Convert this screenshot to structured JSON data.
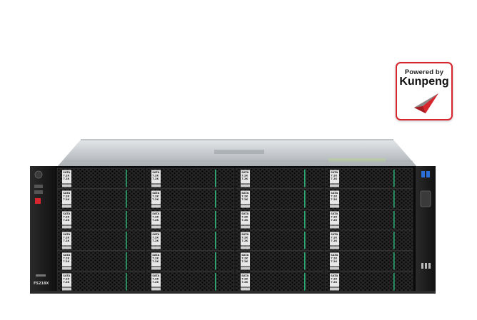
{
  "badge": {
    "line1": "Powered by",
    "line2": "Kunpeng",
    "icon": "kunpeng-chevron-logo",
    "border_color": "#d8262f"
  },
  "server": {
    "front_brand": "FS218X",
    "tray_label": {
      "line1": "SATA",
      "line2": "7.2K",
      "line3": "7.2K"
    },
    "grid": {
      "rows": 6,
      "cols": 4
    },
    "colors": {
      "chassis_top": "#bfc4c8",
      "bezel": "#1a1a1a",
      "tray_mesh": "#0f0f0f",
      "separator_green": "#2fb37a"
    }
  }
}
